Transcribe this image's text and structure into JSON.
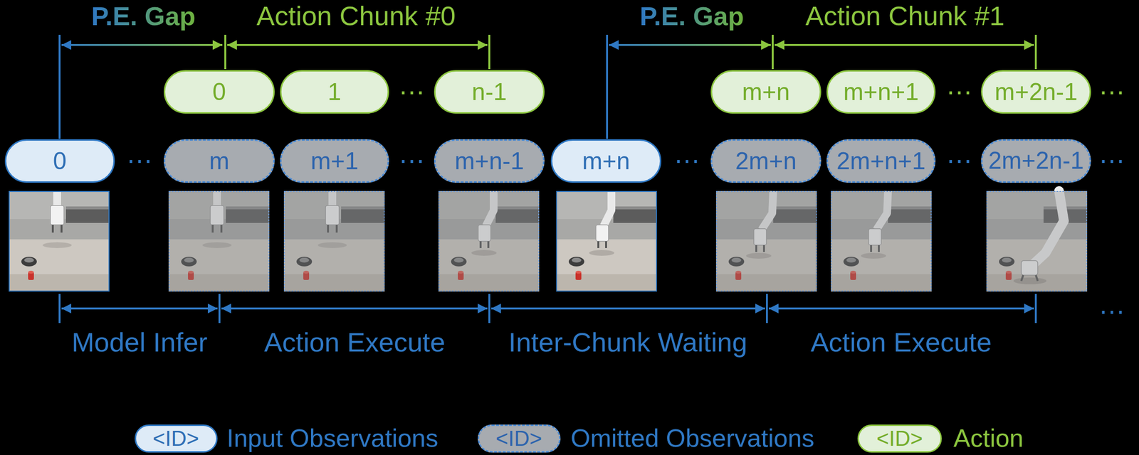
{
  "diagram": {
    "nodes": [
      {
        "text": [
          "0"
        ]
      },
      {
        "text": [
          "1"
        ]
      },
      {
        "text": [
          "n-1"
        ]
      },
      {
        "text": [
          "m+n"
        ]
      },
      {
        "text": [
          "m+n+1"
        ]
      },
      {
        "text": [
          "m+2n-1"
        ]
      },
      {
        "text": [
          "0"
        ]
      },
      {
        "text": [
          "m"
        ]
      },
      {
        "text": [
          "m+1"
        ]
      },
      {
        "text": [
          "m+n-1"
        ]
      },
      {
        "text": [
          "m+n"
        ]
      },
      {
        "text": [
          "2m+n"
        ]
      },
      {
        "text": [
          "2m+n+1"
        ]
      },
      {
        "text": [
          "2m+2n-1"
        ]
      }
    ],
    "labels": [
      "P.E. Gap",
      "Action Chunk #0",
      "P.E. Gap",
      "Action Chunk #1",
      "…",
      "…",
      "…",
      "…",
      "…",
      "…",
      "…",
      "…",
      "Model Infer",
      "Action Execute",
      "Inter-Chunk Waiting",
      "Action Execute",
      "…",
      "<ID>",
      "<ID>",
      "<ID>"
    ],
    "legend": [
      {
        "text": "Input Observations",
        "color": "#deebf7"
      },
      {
        "text": "Omitted Observations",
        "color": "#a7abb0"
      },
      {
        "text": "Action",
        "color": "#e2f0d9"
      }
    ]
  }
}
